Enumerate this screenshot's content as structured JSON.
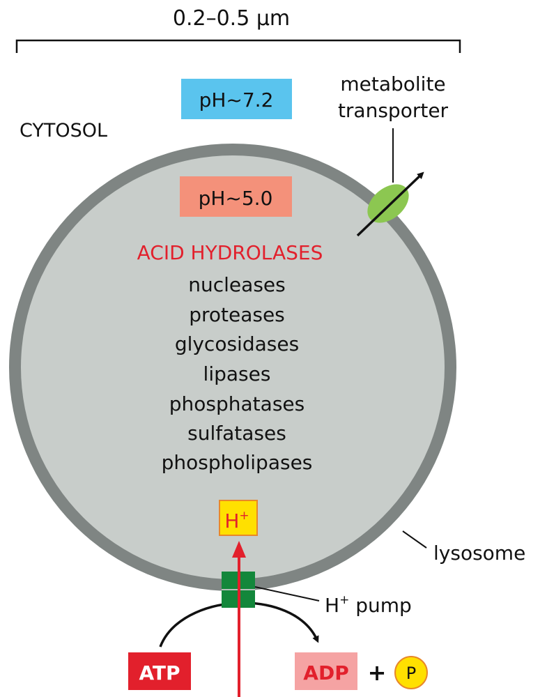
{
  "scale": {
    "label": "0.2–0.5 μm"
  },
  "cytosol": {
    "label": "CYTOSOL",
    "ph_label": "pH~7.2",
    "ph_color": "#5ac4ee"
  },
  "lumen": {
    "ph_label": "pH~5.0",
    "ph_color": "#f4917a"
  },
  "enzymes": {
    "heading": "ACID HYDROLASES",
    "heading_color": "#e2202c",
    "items": [
      "nucleases",
      "proteases",
      "glycosidases",
      "lipases",
      "phosphatases",
      "sulfatases",
      "phospholipases"
    ]
  },
  "transporter": {
    "label_line1": "metabolite",
    "label_line2": "transporter",
    "color": "#8cc751"
  },
  "lysosome": {
    "label": "lysosome",
    "membrane_color": "#7f8583",
    "lumen_color": "#c8cdca"
  },
  "pump": {
    "label_base": "H",
    "label_sup": "+",
    "label_rest": " pump",
    "color": "#13873b",
    "proton_base": "H",
    "proton_sup": "+",
    "proton_color": "#ffe000"
  },
  "reaction": {
    "atp": "ATP",
    "atp_color": "#e2202c",
    "adp": "ADP",
    "adp_color": "#f5a3a3",
    "plus": "+",
    "phosphate": "P",
    "phosphate_color": "#ffe000"
  }
}
